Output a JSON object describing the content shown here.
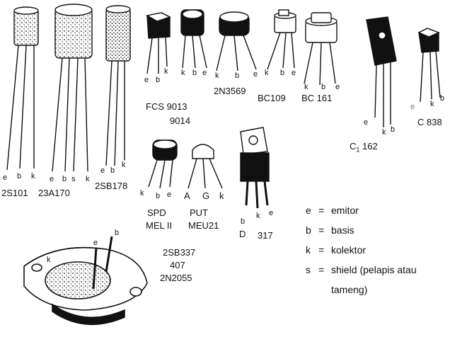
{
  "transistors": [
    {
      "id": "2s101",
      "label": "2S101",
      "pins": [
        "e",
        "b",
        "k"
      ]
    },
    {
      "id": "23a170",
      "label": "23A170",
      "pins": [
        "e",
        "b",
        "s",
        "k"
      ]
    },
    {
      "id": "2sb178",
      "label": "2SB178",
      "pins": [
        "e",
        "b",
        "k"
      ]
    },
    {
      "id": "fcs9013",
      "label": "FCS 9013",
      "label2": "9014",
      "pins": [
        "e",
        "b",
        "k"
      ]
    },
    {
      "id": "2n3569",
      "label": "2N3569",
      "pins": [
        "k",
        "b",
        "e"
      ]
    },
    {
      "id": "bc109",
      "label": "BC109",
      "pins": [
        "k",
        "b",
        "e"
      ]
    },
    {
      "id": "bc161",
      "label": "BC 161",
      "pins": [
        "k",
        "b",
        "e"
      ]
    },
    {
      "id": "c1162",
      "label": "C",
      "sub": "1",
      "label_rest": " 162",
      "pins": [
        "e",
        "k",
        "b"
      ]
    },
    {
      "id": "c838",
      "label": "C 838",
      "pins": [
        "e",
        "k",
        "b"
      ]
    },
    {
      "id": "spd",
      "label": "SPD",
      "label2": "MEL II",
      "pins": [
        "k",
        "b",
        "e"
      ]
    },
    {
      "id": "put",
      "label": "PUT",
      "label2": "MEU21",
      "pins": [
        "A",
        "G",
        "k"
      ]
    },
    {
      "id": "d317",
      "label": "317",
      "pins": [
        "b",
        "k",
        "e"
      ],
      "extra": "D"
    },
    {
      "id": "2sb337",
      "label": "2SB337",
      "label2": "407",
      "label3": "2N2055",
      "pins": [
        "k",
        "e",
        "b"
      ]
    }
  ],
  "legend": [
    {
      "sym": "e",
      "eq": "=",
      "text": "emitor"
    },
    {
      "sym": "b",
      "eq": "=",
      "text": "basis"
    },
    {
      "sym": "k",
      "eq": "=",
      "text": "kolektor"
    },
    {
      "sym": "s",
      "eq": "=",
      "text": "shield (pelapis atau",
      "text2": "tameng)"
    }
  ]
}
